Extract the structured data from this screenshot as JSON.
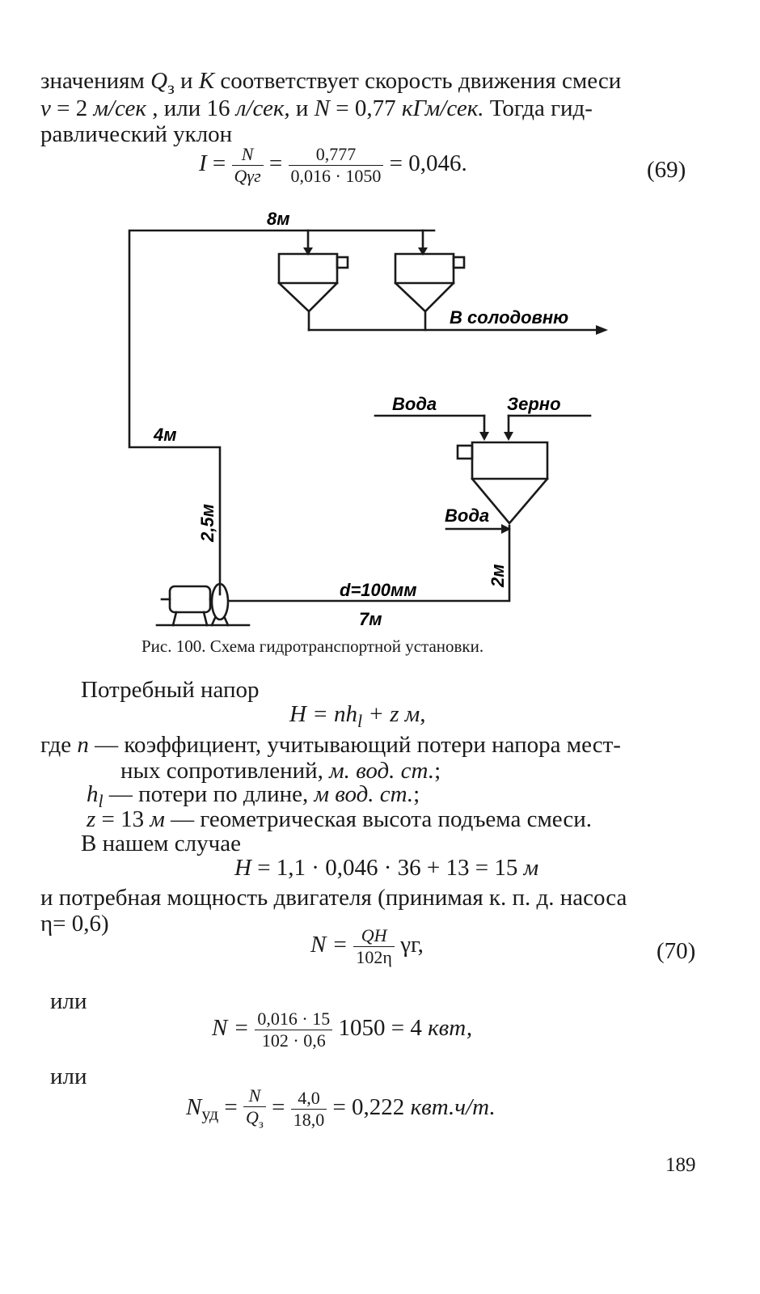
{
  "intro": {
    "line1_a": "значениям ",
    "line1_Q": "Q",
    "line1_Qsub": "з",
    "line1_b": " и ",
    "line1_K": "K",
    "line1_c": " соответствует скорость движения смеси",
    "line2_v": "v",
    "line2_a": " = 2 ",
    "line2_u1": "м/сек",
    "line2_b": " , или 16 ",
    "line2_u2": "л/сек,",
    "line2_c": " и ",
    "line2_N": "N",
    "line2_d": " = 0,77 ",
    "line2_u3": "кГм/сек.",
    "line2_e": " Тогда гид-",
    "line3": "равлический уклон"
  },
  "eq69": {
    "lhs": "I",
    "f1_num": "N",
    "f1_den": "Qγг",
    "f2_num": "0,777",
    "f2_den": "0,016 · 1050",
    "result": "= 0,046.",
    "number": "(69)"
  },
  "figure": {
    "label_8m": "8м",
    "label_dest": "В солодовню",
    "label_water_top": "Вода",
    "label_grain": "Зерно",
    "label_4m": "4м",
    "label_25m": "2,5м",
    "label_water_side": "Вода",
    "label_2m": "2м",
    "label_d": "d=100мм",
    "label_7m": "7м",
    "caption": "Рис. 100. Схема гидротранспортной установки."
  },
  "body": {
    "need_head": "Потребный напор",
    "formula_H": "H = nh",
    "formula_H_sub": "l",
    "formula_H_tail": " + z  м,",
    "where_a": "где ",
    "where_n": "n",
    "where_b": " — коэффициент, учитывающий потери напора мест-",
    "where_cont_a": "ных сопротивлений, ",
    "where_cont_u": "м. вод. ст.",
    "where_cont_b": ";",
    "hl": "h",
    "hl_sub": "l",
    "hl_text": " — потери по длине, ",
    "hl_u": "м вод. ст.",
    "hl_end": ";",
    "z_a": "z",
    "z_b": " = 13 ",
    "z_u": "м",
    "z_c": " — геометрическая высота подъема смеси.",
    "our_case": "В нашем случае",
    "H_calc_a": "H",
    "H_calc_b": " = 1,1 · 0,046 · 36 + 13 = 15 ",
    "H_calc_u": "м",
    "power_line1": "и потребная мощность двигателя (принимая к. п. д. насоса",
    "power_line2": "η= 0,6)"
  },
  "eq70": {
    "lhs": "N =",
    "num": "QH",
    "den": "102η",
    "tail": "γг,",
    "number": "(70)"
  },
  "or1": "или",
  "eqN": {
    "lhs": "N =",
    "num": "0,016 · 15",
    "den": "102 · 0,6",
    "tail": "1050 = 4 ",
    "unit": "квт,"
  },
  "or2": "или",
  "eqNud": {
    "lhs": "N",
    "lhs_sub": "уд",
    "f1_num": "N",
    "f1_den": "Q",
    "f1_den_sub": "з",
    "f2_num": "4,0",
    "f2_den": "18,0",
    "result": "= 0,222 ",
    "unit": "квт.ч/т."
  },
  "page_number": "189"
}
